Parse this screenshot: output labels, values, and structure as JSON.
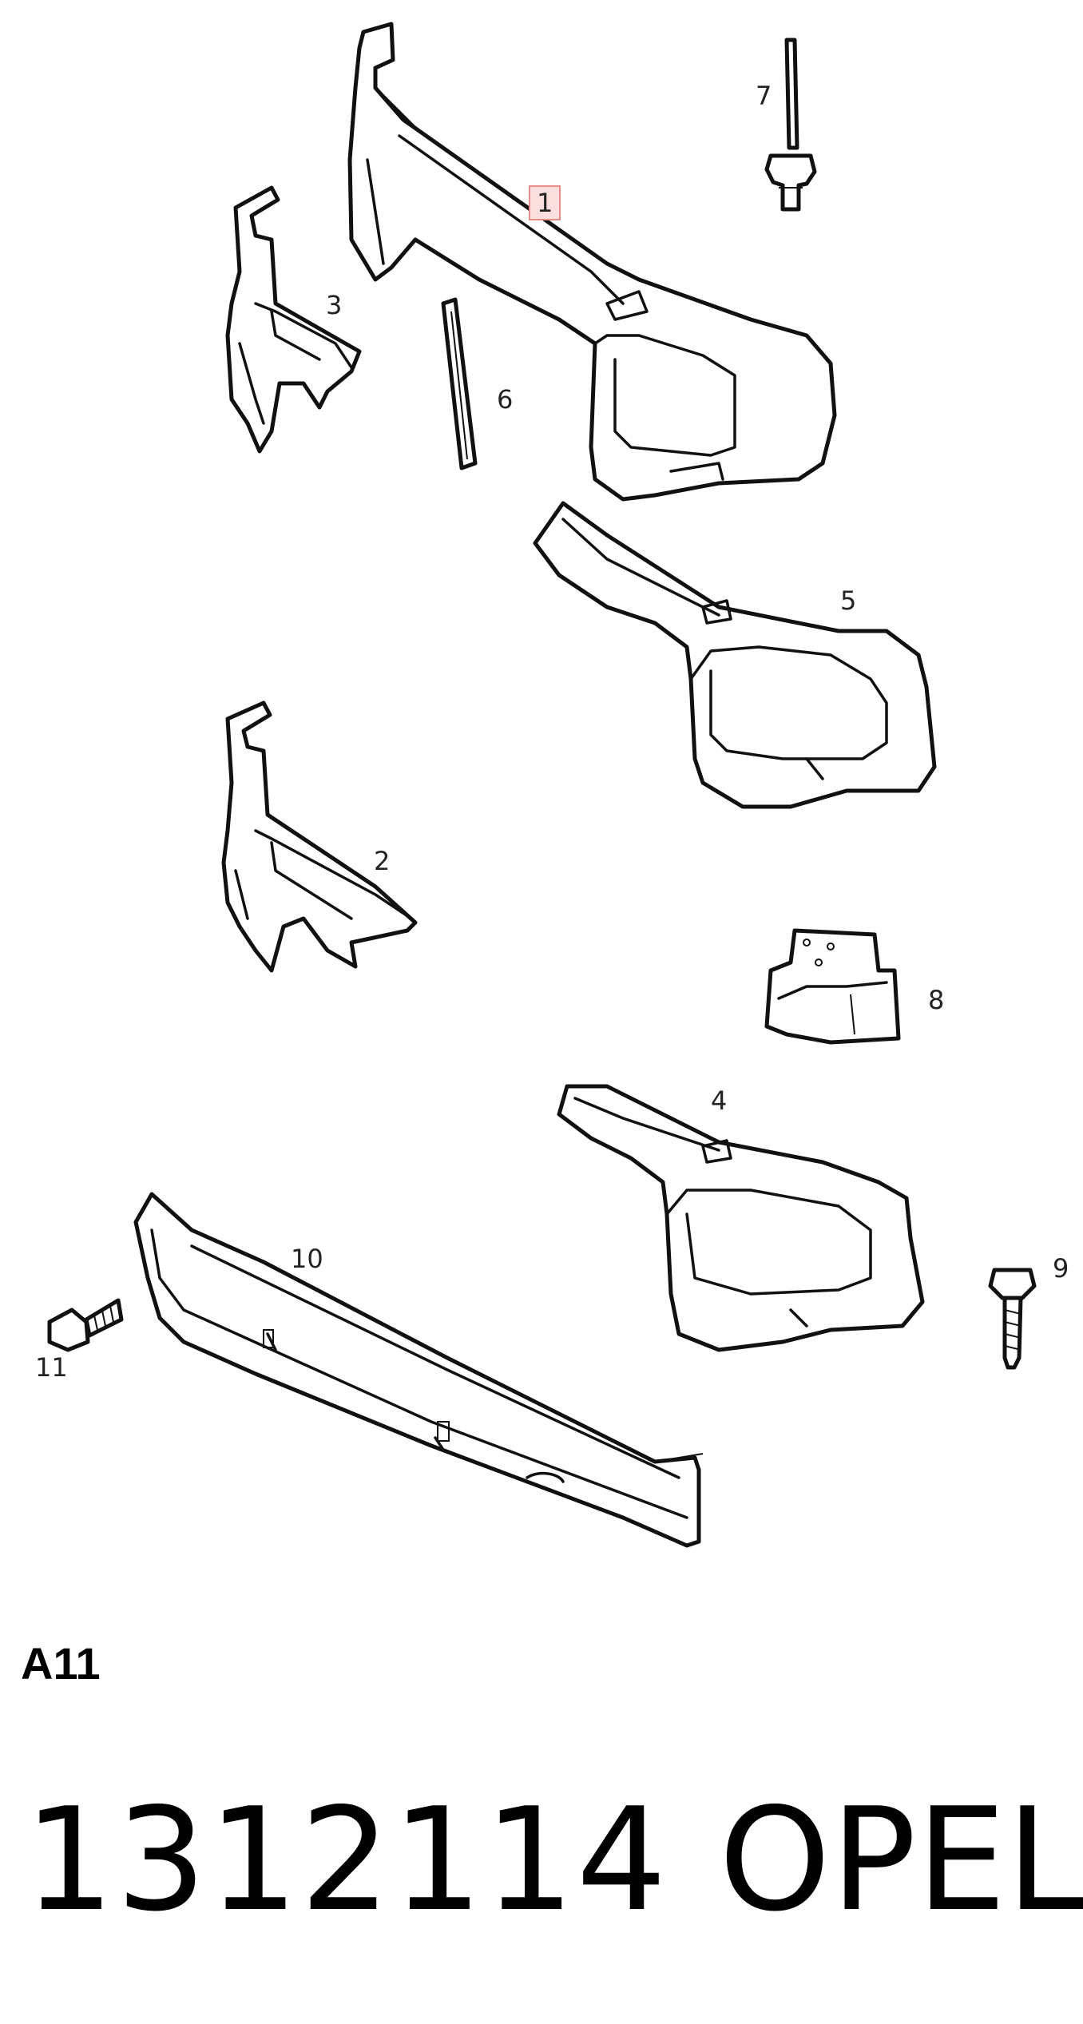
{
  "callouts": {
    "c1": "1",
    "c2": "2",
    "c3": "3",
    "c4": "4",
    "c5": "5",
    "c6": "6",
    "c7": "7",
    "c8": "8",
    "c9": "9",
    "c10": "10",
    "c11": "11"
  },
  "highlighted_callout": "1",
  "section_code": "A11",
  "part_number": "1312114",
  "brand": "OPEL"
}
